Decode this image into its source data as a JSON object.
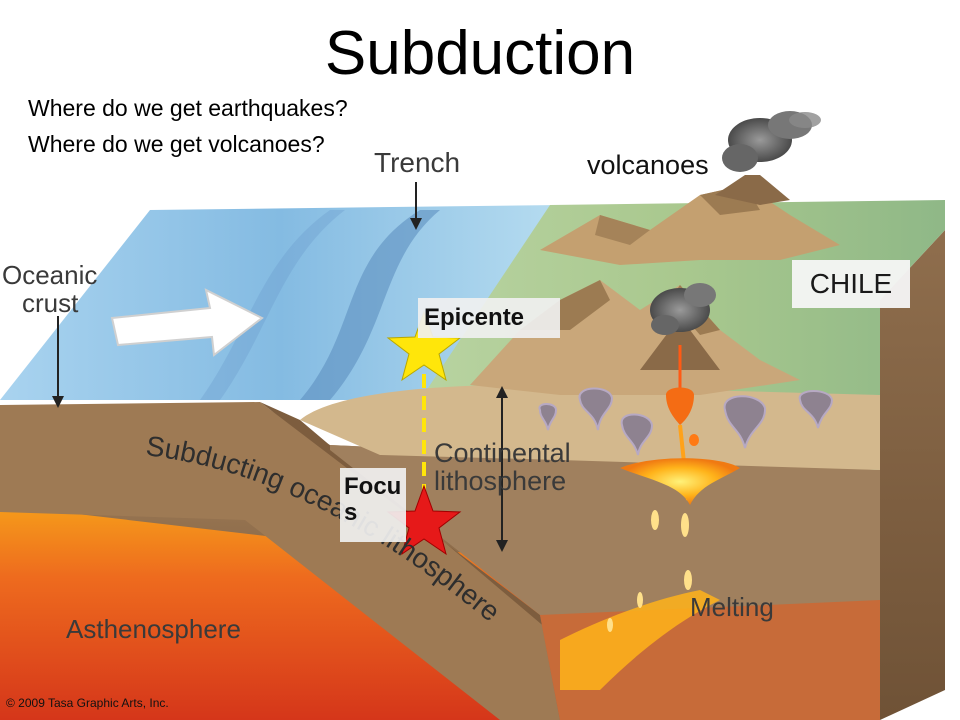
{
  "title": "Subduction",
  "questions": [
    "Where do we get earthquakes?",
    "Where do we get volcanoes?"
  ],
  "labels": {
    "trench": "Trench",
    "volcanoes": "volcanoes",
    "oceanic_crust_1": "Oceanic",
    "oceanic_crust_2": "crust",
    "chile": "CHILE",
    "epicenter": "Epicente",
    "focus": "Focu\ns",
    "continental_1": "Continental",
    "continental_2": "lithosphere",
    "subducting": "Subducting oceanic lithosphere",
    "asthenosphere": "Asthenosphere",
    "melting": "Melting",
    "copyright": "© 2009 Tasa Graphic Arts, Inc."
  },
  "colors": {
    "ocean": "#8ec2e6",
    "land": "#a9c98e",
    "crust": "#9b7a55",
    "asthenosphere": "#e8501e",
    "magma": "#ffb31a",
    "epicenter_star": "#ffe60a",
    "focus_star": "#e61919"
  },
  "icons": [
    "plate-motion-arrow-icon",
    "epicenter-star-icon",
    "focus-star-icon",
    "volcano-icon"
  ]
}
